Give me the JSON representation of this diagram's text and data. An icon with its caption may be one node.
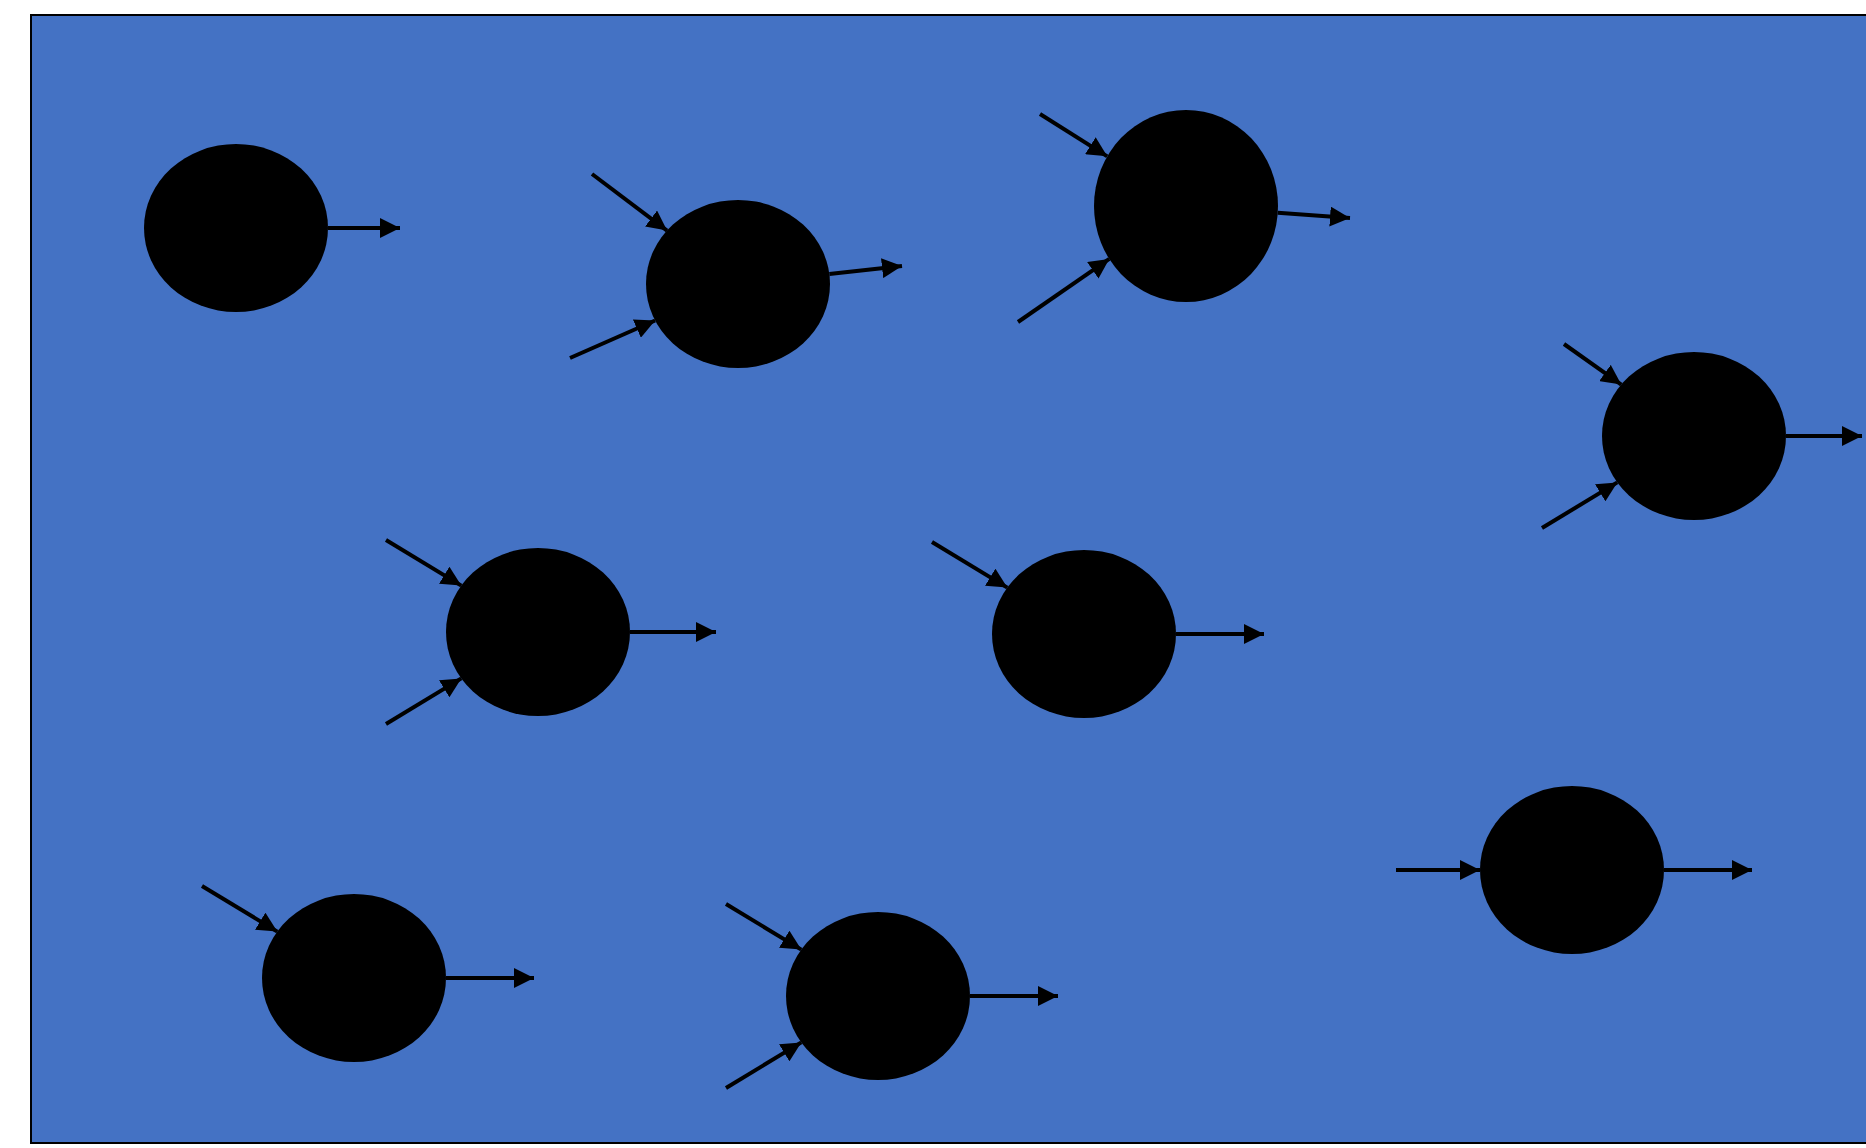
{
  "diagram": {
    "nodes": [
      {
        "text": [],
        "shape": "circle"
      },
      {
        "text": [],
        "shape": "circle"
      },
      {
        "text": [],
        "shape": "circle"
      },
      {
        "text": [],
        "shape": "circle"
      },
      {
        "text": [],
        "shape": "circle"
      },
      {
        "text": [],
        "shape": "circle"
      },
      {
        "text": [],
        "shape": "circle"
      },
      {
        "text": [],
        "shape": "circle"
      },
      {
        "text": [],
        "shape": "circle"
      }
    ],
    "edges": [
      {
        "from": 0,
        "to": null,
        "arrow": "to"
      },
      {
        "from": null,
        "to": 1,
        "arrow": "to"
      },
      {
        "from": null,
        "to": 1,
        "arrow": "to"
      },
      {
        "from": 1,
        "to": null,
        "arrow": "to"
      },
      {
        "from": null,
        "to": 2,
        "arrow": "to"
      },
      {
        "from": null,
        "to": 2,
        "arrow": "to"
      },
      {
        "from": 2,
        "to": null,
        "arrow": "to"
      },
      {
        "from": null,
        "to": 3,
        "arrow": "to"
      },
      {
        "from": null,
        "to": 3,
        "arrow": "to"
      },
      {
        "from": 3,
        "to": null,
        "arrow": "to"
      },
      {
        "from": null,
        "to": 4,
        "arrow": "to"
      },
      {
        "from": null,
        "to": 4,
        "arrow": "to"
      },
      {
        "from": 4,
        "to": null,
        "arrow": "to"
      },
      {
        "from": null,
        "to": 5,
        "arrow": "to"
      },
      {
        "from": 5,
        "to": null,
        "arrow": "to"
      },
      {
        "from": null,
        "to": 6,
        "arrow": "to"
      },
      {
        "from": 6,
        "to": null,
        "arrow": "to"
      },
      {
        "from": null,
        "to": 7,
        "arrow": "to"
      },
      {
        "from": null,
        "to": 7,
        "arrow": "to"
      },
      {
        "from": 7,
        "to": null,
        "arrow": "to"
      },
      {
        "from": null,
        "to": 8,
        "arrow": "to"
      },
      {
        "from": 8,
        "to": null,
        "arrow": "to"
      }
    ]
  }
}
